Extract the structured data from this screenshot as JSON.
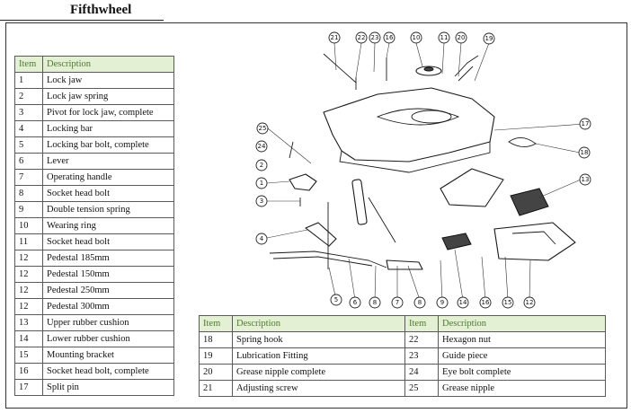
{
  "title": "Fifthwheel",
  "left_table": {
    "headers": {
      "item": "Item",
      "description": "Description"
    },
    "rows": [
      {
        "item": "1",
        "description": "Lock jaw"
      },
      {
        "item": "2",
        "description": "Lock jaw spring"
      },
      {
        "item": "3",
        "description": "Pivot for lock jaw, complete"
      },
      {
        "item": "4",
        "description": "Locking bar"
      },
      {
        "item": "5",
        "description": "Locking bar bolt, complete"
      },
      {
        "item": "6",
        "description": "Lever"
      },
      {
        "item": "7",
        "description": "Operating handle"
      },
      {
        "item": "8",
        "description": "Socket head bolt"
      },
      {
        "item": "9",
        "description": "Double tension spring"
      },
      {
        "item": "10",
        "description": "Wearing ring"
      },
      {
        "item": "11",
        "description": "Socket head bolt"
      },
      {
        "item": "12",
        "description": "Pedestal 185mm"
      },
      {
        "item": "12",
        "description": "Pedestal 150mm"
      },
      {
        "item": "12",
        "description": "Pedestal 250mm"
      },
      {
        "item": "12",
        "description": "Pedestal 300mm"
      },
      {
        "item": "13",
        "description": "Upper rubber cushion"
      },
      {
        "item": "14",
        "description": "Lower rubber cushion"
      },
      {
        "item": "15",
        "description": "Mounting bracket"
      },
      {
        "item": "16",
        "description": "Socket head bolt, complete"
      },
      {
        "item": "17",
        "description": "Split pin"
      }
    ]
  },
  "right_table": {
    "headers": {
      "item": "Item",
      "description": "Description",
      "item2": "Item",
      "description2": "Description"
    },
    "rows": [
      {
        "item": "18",
        "description": "Spring hook",
        "item2": "22",
        "description2": "Hexagon nut"
      },
      {
        "item": "19",
        "description": "Lubrication Fitting",
        "item2": "23",
        "description2": "Guide piece"
      },
      {
        "item": "20",
        "description": "Grease nipple complete",
        "item2": "24",
        "description2": "Eye bolt complete"
      },
      {
        "item": "21",
        "description": "Adjusting screw",
        "item2": "25",
        "description2": "Grease nipple"
      }
    ]
  },
  "callouts": {
    "c21": "21",
    "c22": "22",
    "c23": "23",
    "c16a": "16",
    "c10": "10",
    "c11": "11",
    "c20": "20",
    "c19": "19",
    "c25": "25",
    "c24": "24",
    "c2": "2",
    "c1": "1",
    "c3": "3",
    "c4": "4",
    "c17": "17",
    "c18": "18",
    "c13": "13",
    "c5": "5",
    "c6": "6",
    "c8a": "8",
    "c7": "7",
    "c8b": "8",
    "c9": "9",
    "c14": "14",
    "c16b": "16",
    "c15": "15",
    "c12": "12"
  },
  "colors": {
    "header_bg": "#e4f0d4",
    "header_text": "#4d7a2e",
    "border": "#5a5a5a"
  }
}
